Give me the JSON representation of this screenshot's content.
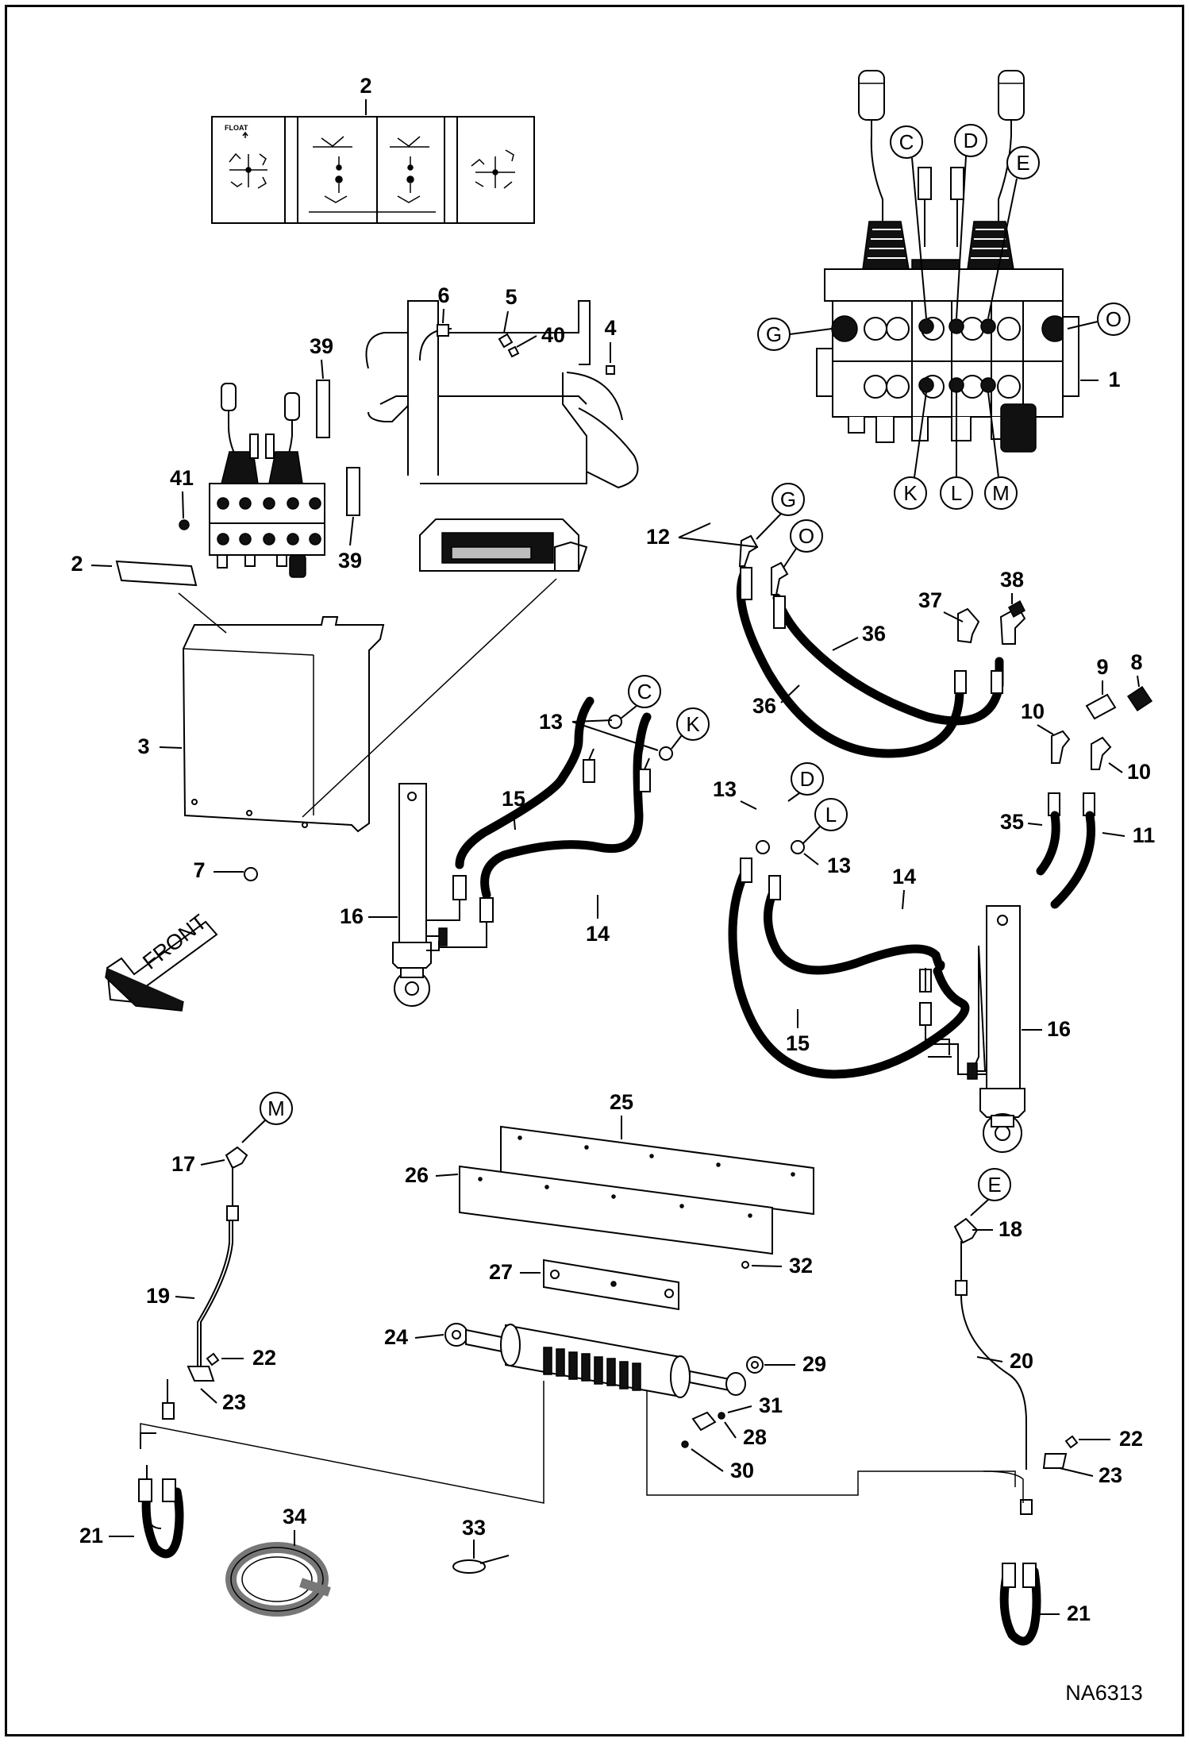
{
  "drawing_ref": "NA6313",
  "decal_text": {
    "float": "FLOAT"
  },
  "callouts": {
    "c1": "1",
    "c2a": "2",
    "c2b": "2",
    "c3": "3",
    "c4": "4",
    "c5": "5",
    "c6": "6",
    "c7": "7",
    "c8": "8",
    "c9": "9",
    "c10a": "10",
    "c10b": "10",
    "c11": "11",
    "c12": "12",
    "c13a": "13",
    "c13b": "13",
    "c13c": "13",
    "c14a": "14",
    "c14b": "14",
    "c15a": "15",
    "c15b": "15",
    "c16a": "16",
    "c16b": "16",
    "c17": "17",
    "c18": "18",
    "c19": "19",
    "c20": "20",
    "c21a": "21",
    "c21b": "21",
    "c22a": "22",
    "c22b": "22",
    "c23a": "23",
    "c23b": "23",
    "c24": "24",
    "c25": "25",
    "c26": "26",
    "c27": "27",
    "c28": "28",
    "c29": "29",
    "c30": "30",
    "c31": "31",
    "c32": "32",
    "c33": "33",
    "c34": "34",
    "c35": "35",
    "c36a": "36",
    "c36b": "36",
    "c37": "37",
    "c38": "38",
    "c39a": "39",
    "c39b": "39",
    "c40": "40",
    "c41": "41"
  },
  "port_letters": {
    "valve_C": "C",
    "valve_D": "D",
    "valve_E": "E",
    "valve_G": "G",
    "valve_O": "O",
    "valve_K": "K",
    "valve_L": "L",
    "valve_M": "M",
    "hose_G": "G",
    "hose_O": "O",
    "hose_C": "C",
    "hose_K": "K",
    "hose_D": "D",
    "hose_L": "L",
    "hose_M": "M",
    "hose_E": "E"
  },
  "front_label": "FRONT"
}
